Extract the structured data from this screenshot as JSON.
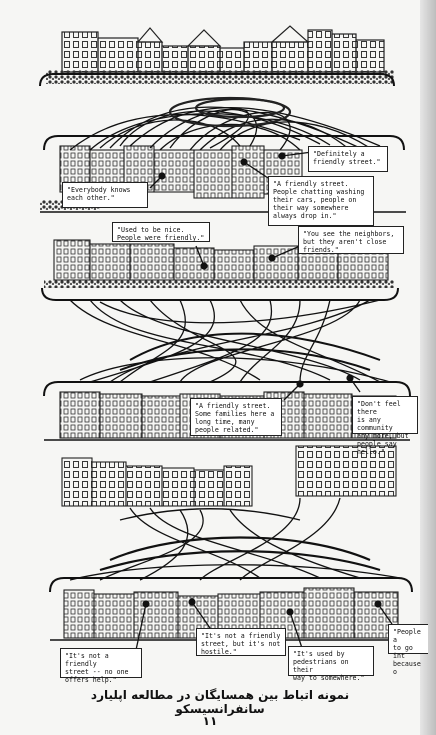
{
  "figure": {
    "callouts": [
      {
        "id": "c1",
        "text": "\"Definitely a\nfriendly street.\""
      },
      {
        "id": "c2",
        "text": "\"Everybody knows\neach other.\""
      },
      {
        "id": "c3",
        "text": "\"A friendly street.\nPeople chatting washing\ntheir cars, people on\ntheir way somewhere\nalways drop in.\""
      },
      {
        "id": "c4",
        "text": "\"Used to be nice.\nPeople were friendly.\""
      },
      {
        "id": "c5",
        "text": "\"You see the neighbors,\nbut they aren't close\nfriends.\""
      },
      {
        "id": "c6",
        "text": "\"A friendly street.\nSome families here a\nlong time, many\npeople related.\""
      },
      {
        "id": "c7",
        "text": "\"Don't feel there\nis any community\nany more, but\npeople say hello.\""
      },
      {
        "id": "c8",
        "text": "\"It's not a friendly\nstreet -- no one\noffers help.\""
      },
      {
        "id": "c9",
        "text": "\"It's not a friendly\nstreet, but it's not\nhostile.\""
      },
      {
        "id": "c10",
        "text": "\"It's used by\npedestrians on their\nway to somewhere.\""
      },
      {
        "id": "c11",
        "text": "\"People a\nto go int\nbecause o"
      }
    ]
  },
  "caption": "نمونه اتباط بین همسایگان در مطالعه اپلیارد سانفرانسیسکو",
  "page_number": "۱۱"
}
